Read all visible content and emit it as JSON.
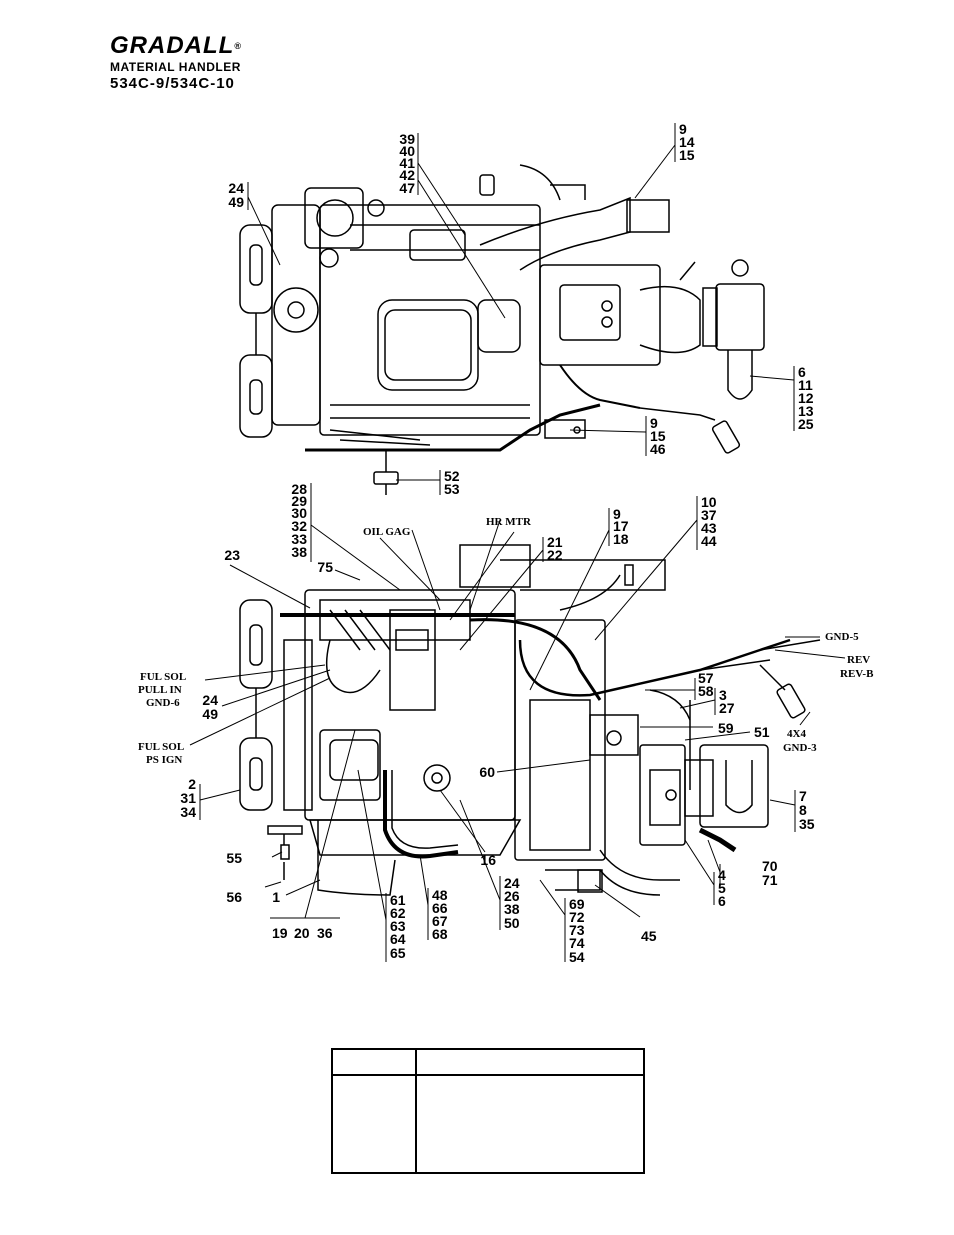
{
  "header": {
    "brand": "GRADALL",
    "brand_mark": "®",
    "subtitle": "MATERIAL HANDLER",
    "model": "534C-9/534C-10"
  },
  "top_callouts": {
    "c24_49": [
      "24",
      "49"
    ],
    "c39_47": [
      "39",
      "40",
      "41",
      "42",
      "47"
    ],
    "c9_15": [
      "9",
      "14",
      "15"
    ],
    "c6_25": [
      "6",
      "11",
      "12",
      "13",
      "25"
    ],
    "c9_46": [
      "9",
      "15",
      "46"
    ],
    "c52_53": [
      "52",
      "53"
    ]
  },
  "bottom_callouts": {
    "c28_38": [
      "28",
      "29",
      "30",
      "32",
      "33",
      "38"
    ],
    "c9_18": [
      "9",
      "17",
      "18"
    ],
    "c10_44": [
      "10",
      "37",
      "43",
      "44"
    ],
    "c21_22": [
      "21",
      "22"
    ],
    "c23": "23",
    "c75": "75",
    "c57_58": [
      "57",
      "58"
    ],
    "c3_27": [
      "3",
      "27"
    ],
    "c59": "59",
    "c51": "51",
    "c60": "60",
    "c2_34": [
      "2",
      "31",
      "34"
    ],
    "c24_49b": [
      "24",
      "49"
    ],
    "c7_35": [
      "7",
      "8",
      "35"
    ],
    "c55": "55",
    "c56": "56",
    "c1": "1",
    "c16": "16",
    "c70_71": [
      "70",
      "71"
    ],
    "c4_6": [
      "4",
      "5",
      "6"
    ],
    "c45": "45",
    "c19_36": [
      "19",
      "20",
      "36"
    ],
    "c61_65": [
      "61",
      "62",
      "63",
      "64",
      "65"
    ],
    "c48_68": [
      "48",
      "66",
      "67",
      "68"
    ],
    "c24_50": [
      "24",
      "26",
      "38",
      "50"
    ],
    "c69_54": [
      "69",
      "72",
      "73",
      "74",
      "54"
    ]
  },
  "wire_labels": {
    "oil_gag": "OIL GAG",
    "hr_mtr": "HR MTR",
    "gnd5": "GND-5",
    "rev": "REV",
    "revb": "REV-B",
    "x4x4": "4X4",
    "gnd3": "GND-3",
    "ful_sol_pull": [
      "FUL SOL",
      "PULL IN",
      "GND-6"
    ],
    "ful_sol_ps": [
      "FUL SOL",
      "PS IGN"
    ]
  },
  "legend": {}
}
